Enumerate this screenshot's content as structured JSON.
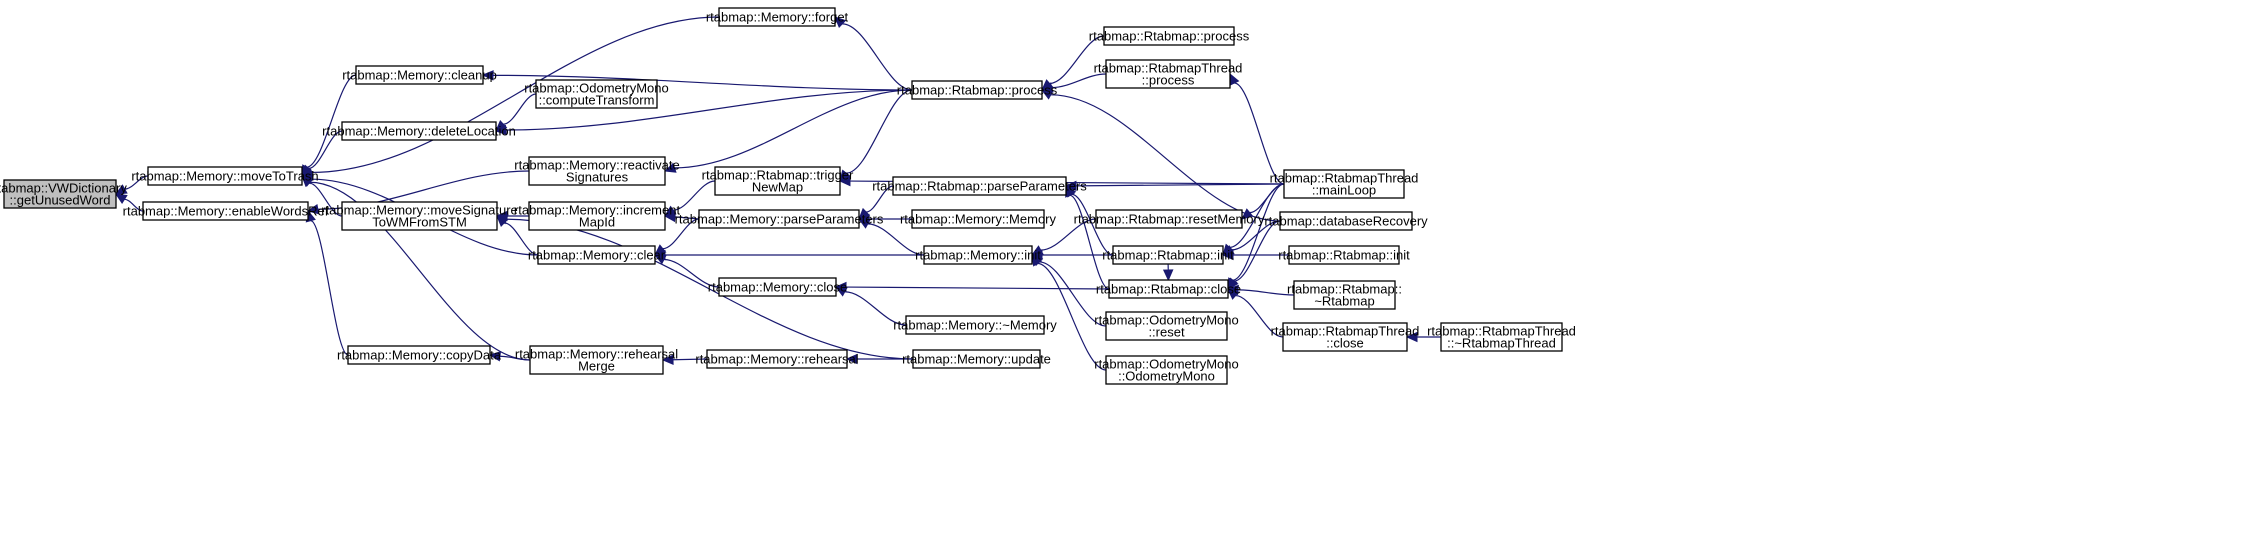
{
  "graph": {
    "colors": {
      "edge": "#191970",
      "node_border": "#000000",
      "root_fill": "#bfbfbf",
      "node_fill": "#ffffff"
    },
    "nodes": [
      {
        "id": "getUnusedWord",
        "lines": [
          "rtabmap::VWDictionary",
          "::getUnusedWord"
        ]
      },
      {
        "id": "moveToTrash",
        "lines": [
          "rtabmap::Memory::moveToTrash"
        ]
      },
      {
        "id": "enableWordsRef",
        "lines": [
          "rtabmap::Memory::enableWordsRef"
        ]
      },
      {
        "id": "cleanup",
        "lines": [
          "rtabmap::Memory::cleanup"
        ]
      },
      {
        "id": "deleteLocation",
        "lines": [
          "rtabmap::Memory::deleteLocation"
        ]
      },
      {
        "id": "moveSignature",
        "lines": [
          "rtabmap::Memory::moveSignature",
          "ToWMFromSTM"
        ]
      },
      {
        "id": "copyData",
        "lines": [
          "rtabmap::Memory::copyData"
        ]
      },
      {
        "id": "forget",
        "lines": [
          "rtabmap::Memory::forget"
        ]
      },
      {
        "id": "computeTransform",
        "lines": [
          "rtabmap::OdometryMono",
          "::computeTransform"
        ]
      },
      {
        "id": "reactivate",
        "lines": [
          "rtabmap::Memory::reactivate",
          "Signatures"
        ]
      },
      {
        "id": "incrementMapId",
        "lines": [
          "rtabmap::Memory::increment",
          "MapId"
        ]
      },
      {
        "id": "clear",
        "lines": [
          "rtabmap::Memory::clear"
        ]
      },
      {
        "id": "rehearsalMerge",
        "lines": [
          "rtabmap::Memory::rehearsal",
          "Merge"
        ]
      },
      {
        "id": "triggerNewMap",
        "lines": [
          "rtabmap::Rtabmap::trigger",
          "NewMap"
        ]
      },
      {
        "id": "memParseParameters",
        "lines": [
          "rtabmap::Memory::parseParameters"
        ]
      },
      {
        "id": "memClose",
        "lines": [
          "rtabmap::Memory::close"
        ]
      },
      {
        "id": "rehearsal",
        "lines": [
          "rtabmap::Memory::rehearsal"
        ]
      },
      {
        "id": "rtabProcess",
        "lines": [
          "rtabmap::Rtabmap::process"
        ]
      },
      {
        "id": "rtabParseParameters",
        "lines": [
          "rtabmap::Rtabmap::parseParameters"
        ]
      },
      {
        "id": "memoryCtor",
        "lines": [
          "rtabmap::Memory::Memory"
        ]
      },
      {
        "id": "memInit",
        "lines": [
          "rtabmap::Memory::init"
        ]
      },
      {
        "id": "memDtor",
        "lines": [
          "rtabmap::Memory::~Memory"
        ]
      },
      {
        "id": "memUpdate",
        "lines": [
          "rtabmap::Memory::update"
        ]
      },
      {
        "id": "rtabProcess2",
        "lines": [
          "rtabmap::Rtabmap::process"
        ]
      },
      {
        "id": "threadProcess",
        "lines": [
          "rtabmap::RtabmapThread",
          "::process"
        ]
      },
      {
        "id": "resetMemory",
        "lines": [
          "rtabmap::Rtabmap::resetMemory"
        ]
      },
      {
        "id": "rtabInit",
        "lines": [
          "rtabmap::Rtabmap::init"
        ]
      },
      {
        "id": "rtabClose",
        "lines": [
          "rtabmap::Rtabmap::close"
        ]
      },
      {
        "id": "odoReset",
        "lines": [
          "rtabmap::OdometryMono",
          "::reset"
        ]
      },
      {
        "id": "odoCtor",
        "lines": [
          "rtabmap::OdometryMono",
          "::OdometryMono"
        ]
      },
      {
        "id": "mainLoop",
        "lines": [
          "rtabmap::RtabmapThread",
          "::mainLoop"
        ]
      },
      {
        "id": "dbRecovery",
        "lines": [
          "rtabmap::databaseRecovery"
        ]
      },
      {
        "id": "rtabInit2",
        "lines": [
          "rtabmap::Rtabmap::init"
        ]
      },
      {
        "id": "rtabDtor",
        "lines": [
          "rtabmap::Rtabmap::",
          "~Rtabmap"
        ]
      },
      {
        "id": "threadClose",
        "lines": [
          "rtabmap::RtabmapThread",
          "::close"
        ]
      },
      {
        "id": "threadDtor",
        "lines": [
          "rtabmap::RtabmapThread",
          "::~RtabmapThread"
        ]
      }
    ],
    "edges": [
      [
        "getUnusedWord",
        "moveToTrash"
      ],
      [
        "getUnusedWord",
        "enableWordsRef"
      ],
      [
        "moveToTrash",
        "forget"
      ],
      [
        "moveToTrash",
        "cleanup"
      ],
      [
        "moveToTrash",
        "deleteLocation"
      ],
      [
        "moveToTrash",
        "moveSignature"
      ],
      [
        "moveToTrash",
        "clear"
      ],
      [
        "moveToTrash",
        "rehearsalMerge"
      ],
      [
        "enableWordsRef",
        "reactivate"
      ],
      [
        "enableWordsRef",
        "copyData"
      ],
      [
        "forget",
        "rtabProcess"
      ],
      [
        "cleanup",
        "rtabProcess"
      ],
      [
        "deleteLocation",
        "computeTransform"
      ],
      [
        "deleteLocation",
        "rtabProcess"
      ],
      [
        "reactivate",
        "rtabProcess"
      ],
      [
        "moveSignature",
        "incrementMapId"
      ],
      [
        "moveSignature",
        "clear"
      ],
      [
        "moveSignature",
        "memUpdate"
      ],
      [
        "copyData",
        "rehearsalMerge"
      ],
      [
        "incrementMapId",
        "triggerNewMap"
      ],
      [
        "incrementMapId",
        "memParseParameters"
      ],
      [
        "clear",
        "memParseParameters"
      ],
      [
        "clear",
        "memInit"
      ],
      [
        "clear",
        "memClose"
      ],
      [
        "rehearsalMerge",
        "rehearsal"
      ],
      [
        "triggerNewMap",
        "rtabProcess"
      ],
      [
        "triggerNewMap",
        "mainLoop"
      ],
      [
        "memParseParameters",
        "rtabParseParameters"
      ],
      [
        "memParseParameters",
        "memoryCtor"
      ],
      [
        "memParseParameters",
        "memInit"
      ],
      [
        "memClose",
        "rtabClose"
      ],
      [
        "memClose",
        "memDtor"
      ],
      [
        "rehearsal",
        "memUpdate"
      ],
      [
        "rtabProcess",
        "rtabProcess2"
      ],
      [
        "rtabProcess",
        "threadProcess"
      ],
      [
        "rtabProcess",
        "dbRecovery"
      ],
      [
        "rtabParseParameters",
        "mainLoop"
      ],
      [
        "rtabParseParameters",
        "rtabInit"
      ],
      [
        "rtabParseParameters",
        "rtabClose"
      ],
      [
        "memInit",
        "resetMemory"
      ],
      [
        "memInit",
        "rtabInit"
      ],
      [
        "memInit",
        "odoReset"
      ],
      [
        "memInit",
        "odoCtor"
      ],
      [
        "threadProcess",
        "mainLoop"
      ],
      [
        "resetMemory",
        "mainLoop"
      ],
      [
        "rtabInit",
        "mainLoop"
      ],
      [
        "rtabInit",
        "dbRecovery"
      ],
      [
        "rtabInit",
        "rtabInit2"
      ],
      [
        "rtabClose",
        "rtabInit"
      ],
      [
        "rtabClose",
        "mainLoop"
      ],
      [
        "rtabClose",
        "dbRecovery"
      ],
      [
        "rtabClose",
        "rtabDtor"
      ],
      [
        "rtabClose",
        "threadClose"
      ],
      [
        "threadClose",
        "threadDtor"
      ]
    ]
  }
}
